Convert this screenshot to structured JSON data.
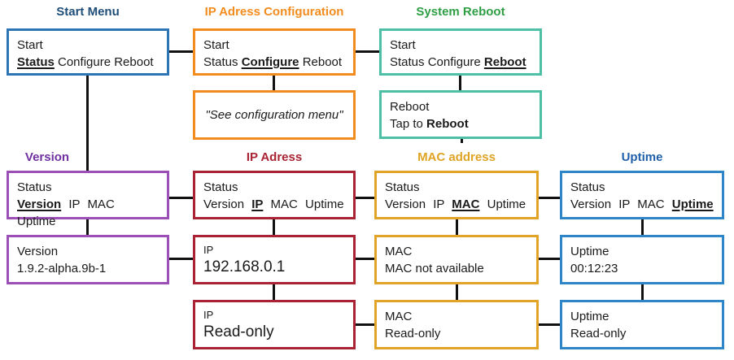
{
  "titles": {
    "start_menu": "Start Menu",
    "ip_config": "IP Adress Configuration",
    "system_reboot": "System Reboot",
    "version": "Version",
    "ip": "IP Adress",
    "mac": "MAC address",
    "uptime": "Uptime"
  },
  "colors": {
    "start_menu_title": "#1F4E79",
    "start_box_border": "#2E75B6",
    "ip_config_orange": "#F28C1E",
    "system_reboot_title_green": "#2E9E44",
    "system_reboot_box_teal": "#4DBFA4",
    "version_title_purple": "#7030A0",
    "version_box_purple": "#9C4FB6",
    "ip_red": "#A92334",
    "mac_gold": "#E2A427",
    "uptime_title_blue": "#1F5FA9",
    "uptime_box_blue": "#2E86C8",
    "connector_line": "#111111"
  },
  "boxes": {
    "start": {
      "l1": "Start",
      "pre": "",
      "key": "Status",
      "post": " Configure Reboot"
    },
    "ipc_start": {
      "l1": "Start",
      "pre": "Status ",
      "key": "Configure",
      "post": " Reboot"
    },
    "sr_start": {
      "l1": "Start",
      "pre": "Status Configure ",
      "key": "Reboot",
      "post": ""
    },
    "note": {
      "text": "\"See configuration menu\""
    },
    "reboot": {
      "l1": "Reboot",
      "pre": "Tap to ",
      "key": "Reboot",
      "post": ""
    },
    "version_status": {
      "l1": "Status",
      "pre": "",
      "key": "Version",
      "post": " IP MAC Uptime"
    },
    "ip_status": {
      "l1": "Status",
      "pre": "Version ",
      "key": "IP",
      "post": " MAC Uptime"
    },
    "mac_status": {
      "l1": "Status",
      "pre": "Version IP ",
      "key": "MAC",
      "post": " Uptime"
    },
    "uptime_status": {
      "l1": "Status",
      "pre": "Version IP MAC ",
      "key": "Uptime",
      "post": ""
    },
    "version_value": {
      "label": "Version",
      "value": "1.9.2-alpha.9b-1"
    },
    "ip_value": {
      "label": "IP",
      "value": "192.168.0.1"
    },
    "mac_value": {
      "label": "MAC",
      "value": "MAC not available"
    },
    "uptime_value": {
      "label": "Uptime",
      "value": "00:12:23"
    },
    "ip_readonly": {
      "label": "IP",
      "value": "Read-only"
    },
    "mac_readonly": {
      "label": "MAC",
      "value": "Read-only"
    },
    "uptime_readonly": {
      "label": "Uptime",
      "value": "Read-only"
    }
  }
}
